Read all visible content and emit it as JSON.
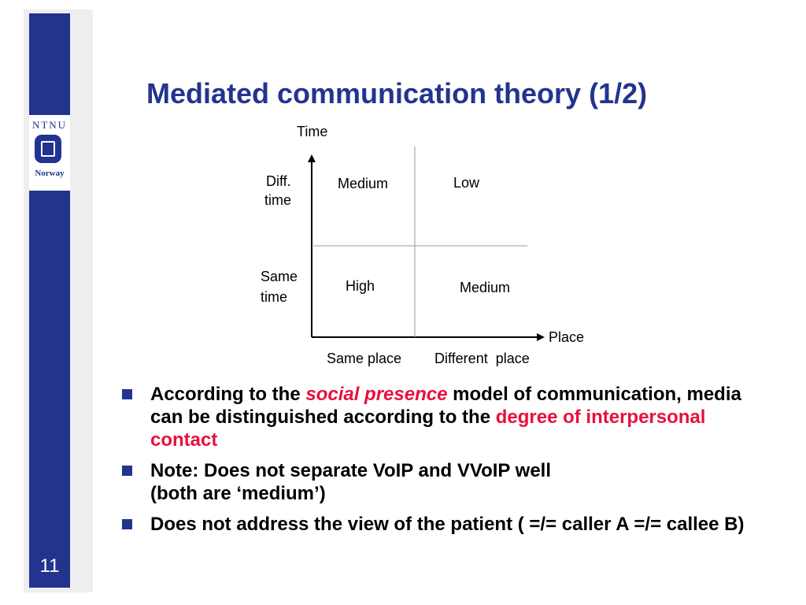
{
  "slide": {
    "title": "Mediated communication theory (1/2)",
    "number": "11",
    "colors": {
      "brand": "#23348f",
      "accent": "#e8103c"
    }
  },
  "logo": {
    "top_text": "NTNU",
    "bottom_text": "Norway"
  },
  "diagram": {
    "y_axis_label": "Time",
    "x_axis_label": "Place",
    "row_labels": {
      "diff_time": [
        "Diff.",
        "time"
      ],
      "same_time": [
        "Same",
        "time"
      ]
    },
    "column_labels": {
      "same_place": "Same place",
      "different_place": "Different  place"
    },
    "cells": {
      "diff_time_same_place": "Medium",
      "diff_time_different_place": "Low",
      "same_time_same_place": "High",
      "same_time_different_place": "Medium"
    }
  },
  "bullets": [
    {
      "pre": "According to the ",
      "emph": "social presence",
      "mid": " model of communication, media can be distinguished according to the ",
      "highlight": "degree of interpersonal contact"
    },
    {
      "line1": "Note: Does not separate VoIP and VVoIP well",
      "line2": "(both are ‘medium’)"
    },
    {
      "text": "Does not address the view of the patient ( =/= caller A =/= callee B)"
    }
  ]
}
